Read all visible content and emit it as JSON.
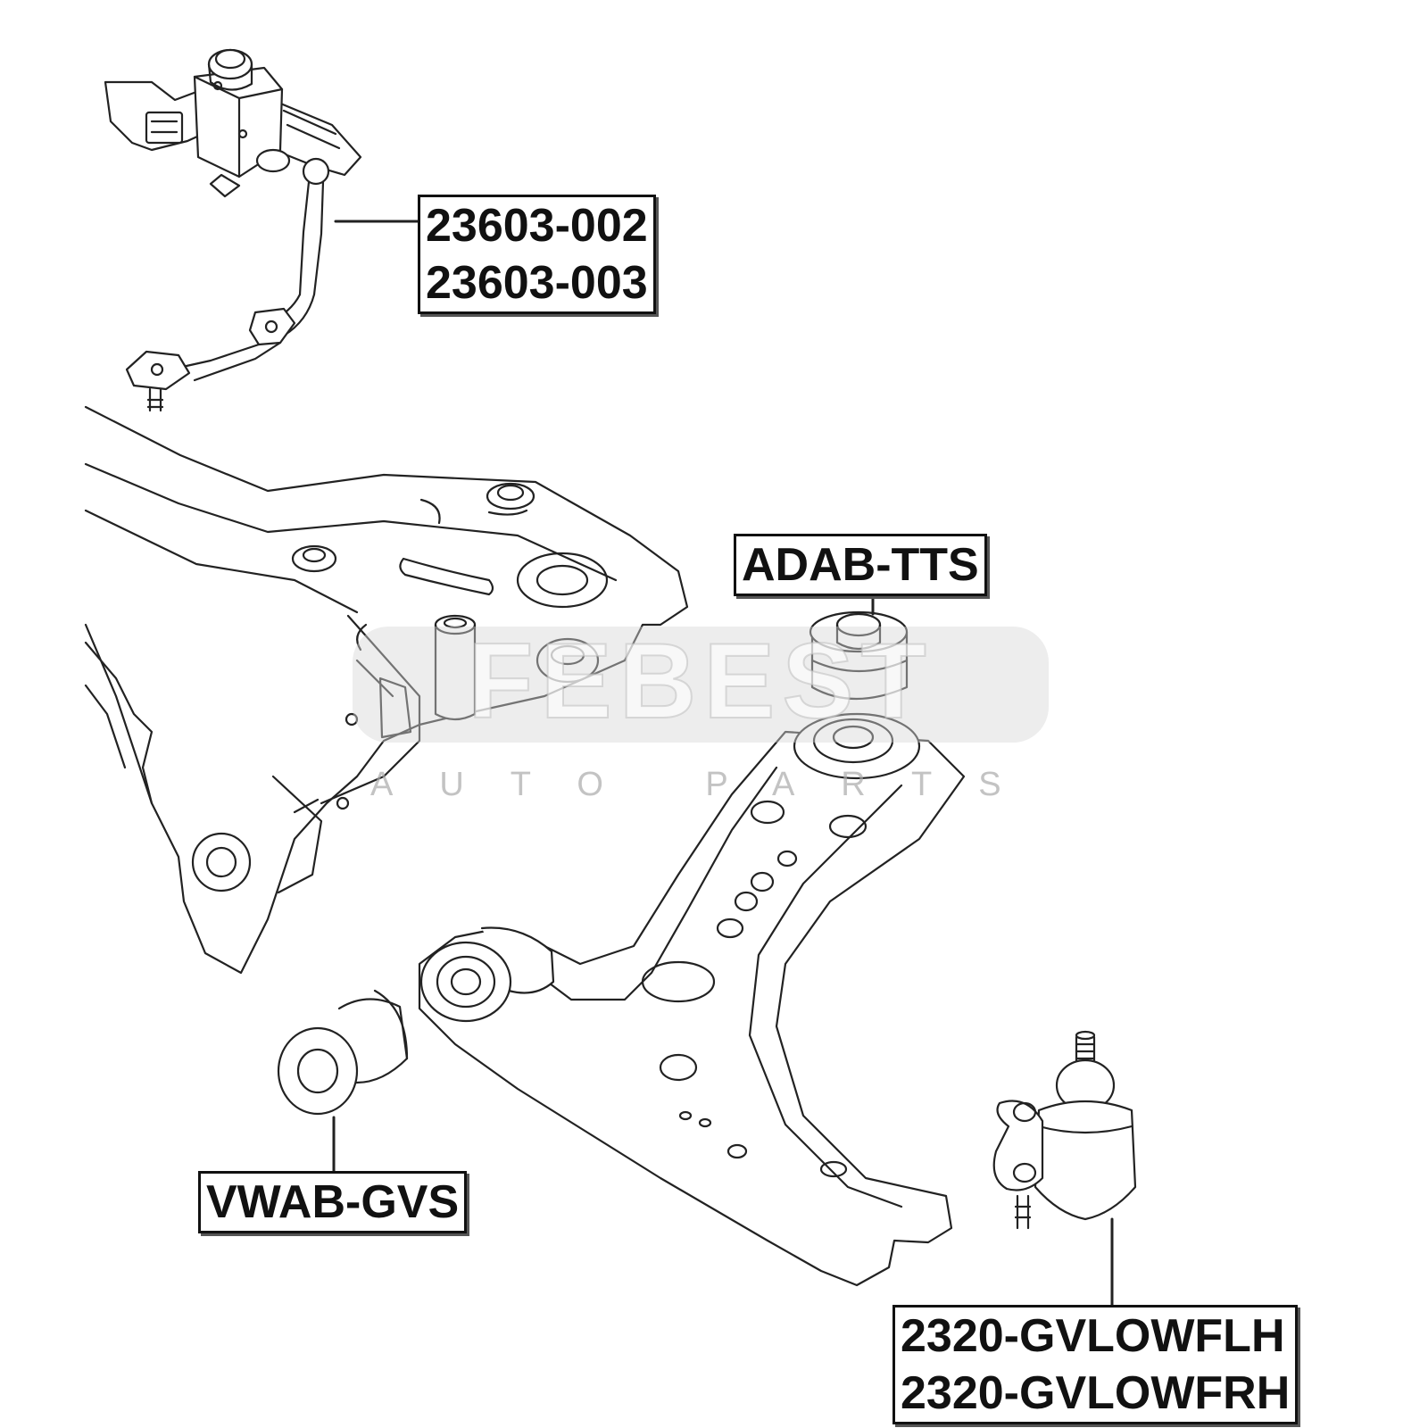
{
  "watermark": {
    "brand": "FEBEST",
    "subtitle": "AUTO PARTS"
  },
  "callouts": {
    "leveling_sensor": [
      "23603-002",
      "23603-003"
    ],
    "upper_bushing": "ADAB-TTS",
    "front_bushing": "VWAB-GVS",
    "ball_joint": [
      "2320-GVLOWFLH",
      "2320-GVLOWFRH"
    ]
  }
}
